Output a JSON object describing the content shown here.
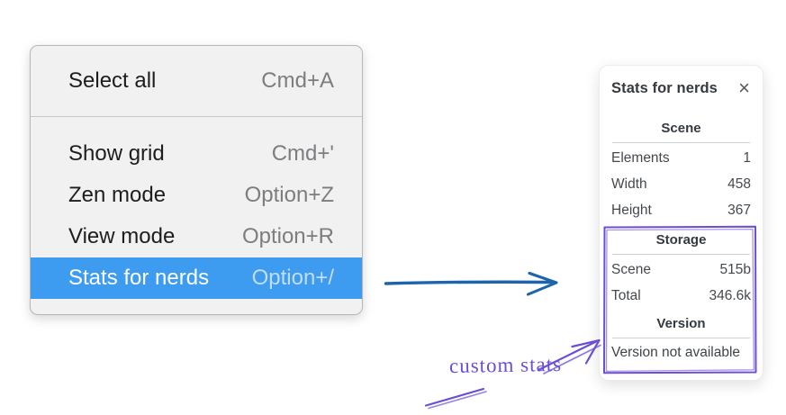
{
  "colors": {
    "menu-highlight": "#3d9bf0",
    "arrow-blue": "#1e64ad",
    "annotation-purple": "#6b4ed6"
  },
  "menu": {
    "items": [
      {
        "label": "Select all",
        "shortcut": "Cmd+A"
      },
      {
        "label": "Show grid",
        "shortcut": "Cmd+'"
      },
      {
        "label": "Zen mode",
        "shortcut": "Option+Z"
      },
      {
        "label": "View mode",
        "shortcut": "Option+R"
      },
      {
        "label": "Stats for nerds",
        "shortcut": "Option+/",
        "highlighted": true
      }
    ]
  },
  "stats_panel": {
    "title": "Stats for nerds",
    "close_icon": "×",
    "sections": [
      {
        "heading": "Scene",
        "rows": [
          {
            "label": "Elements",
            "value": "1"
          },
          {
            "label": "Width",
            "value": "458"
          },
          {
            "label": "Height",
            "value": "367"
          }
        ]
      },
      {
        "heading": "Storage",
        "rows": [
          {
            "label": "Scene",
            "value": "515b"
          },
          {
            "label": "Total",
            "value": "346.6k"
          }
        ]
      },
      {
        "heading": "Version",
        "note": "Version not available"
      }
    ]
  },
  "annotation": {
    "label": "custom stats"
  }
}
